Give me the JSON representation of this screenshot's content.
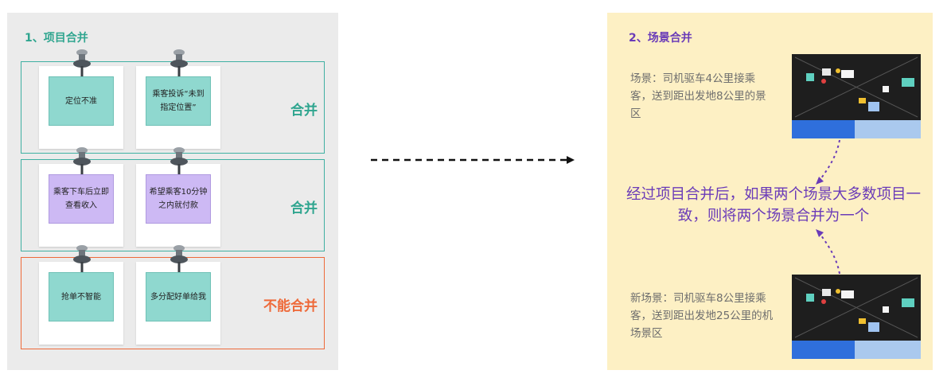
{
  "left_panel": {
    "title": "1、项目合并",
    "groups": [
      {
        "label": "合并",
        "notes": [
          {
            "text": "定位不准",
            "color": "green"
          },
          {
            "text": "乘客投诉“未到指定位置”",
            "color": "green"
          }
        ]
      },
      {
        "label": "合并",
        "notes": [
          {
            "text": "乘客下车后立即查看收入",
            "color": "purple"
          },
          {
            "text": "希望乘客10分钟之内就付款",
            "color": "purple"
          }
        ]
      },
      {
        "label": "不能合并",
        "notes": [
          {
            "text": "抢单不智能",
            "color": "green"
          },
          {
            "text": "多分配好单给我",
            "color": "green"
          }
        ]
      }
    ]
  },
  "right_panel": {
    "title": "2、场景合并",
    "scene1": "场景：司机驱车4公里接乘客，送到距出发地8公里的景区",
    "scene2": "新场景：司机驱车8公里接乘客，送到距出发地25公里的机场景区",
    "conclusion": "经过项目合并后，如果两个场景大多数项目一致，则将两个场景合并为一个"
  },
  "colors": {
    "teal": "#2fa58f",
    "orange": "#ee6a3a",
    "purple": "#6a3bb8",
    "note_green": "#8fd8cf",
    "note_purple": "#cdb9f4",
    "left_bg": "#ebebeb",
    "right_bg": "#fdf0c4"
  }
}
